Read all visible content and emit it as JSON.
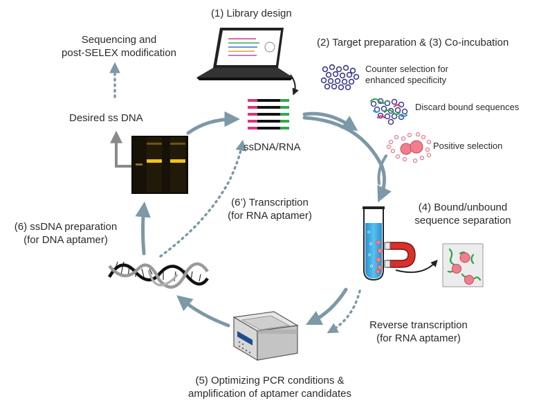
{
  "labels": {
    "library_design": "(1) Library design",
    "sequencing_line1": "Sequencing and",
    "sequencing_line2": "post-SELEX modification",
    "target_prep": "(2) Target preparation & (3) Co-incubation",
    "counter_line1": "Counter selection for",
    "counter_line2": "enhanced specificity",
    "discard": "Discard bound sequences",
    "positive": "Positive selection",
    "desired": "Desired ss DNA",
    "ssdna_rna": "ssDNA/RNA",
    "transcription_line1": "(6’) Transcription",
    "transcription_line2": "(for RNA aptamer)",
    "ssdna_prep_line1": "(6) ssDNA preparation",
    "ssdna_prep_line2": "(for DNA aptamer)",
    "bound_line1": "(4) Bound/unbound",
    "bound_line2": "sequence separation",
    "reverse_line1": "Reverse transcription",
    "reverse_line2": "(for RNA aptamer)",
    "pcr_line1": "(5) Optimizing PCR conditions &",
    "pcr_line2": "amplification of aptamer candidates"
  },
  "colors": {
    "arrow": "#7d98a6",
    "text": "#2a2a2a",
    "magenta": "#e0307a",
    "green": "#2fa84f",
    "tube_liquid": "#3fb0e6",
    "magnet_red": "#d9302c",
    "gel_band": "#f2c21a"
  },
  "icons": {
    "laptop": "laptop-icon",
    "library": "ssdna-library-icon",
    "counter": "counter-target-cluster-icon",
    "discard": "bound-sequence-cluster-icon",
    "positive": "target-bead-icon",
    "gel": "gel-image-icon",
    "tube": "test-tube-icon",
    "magnet": "magnet-icon",
    "bound_box": "bound-complex-icon",
    "dna": "double-helix-icon",
    "pcr": "pcr-thermocycler-icon"
  }
}
